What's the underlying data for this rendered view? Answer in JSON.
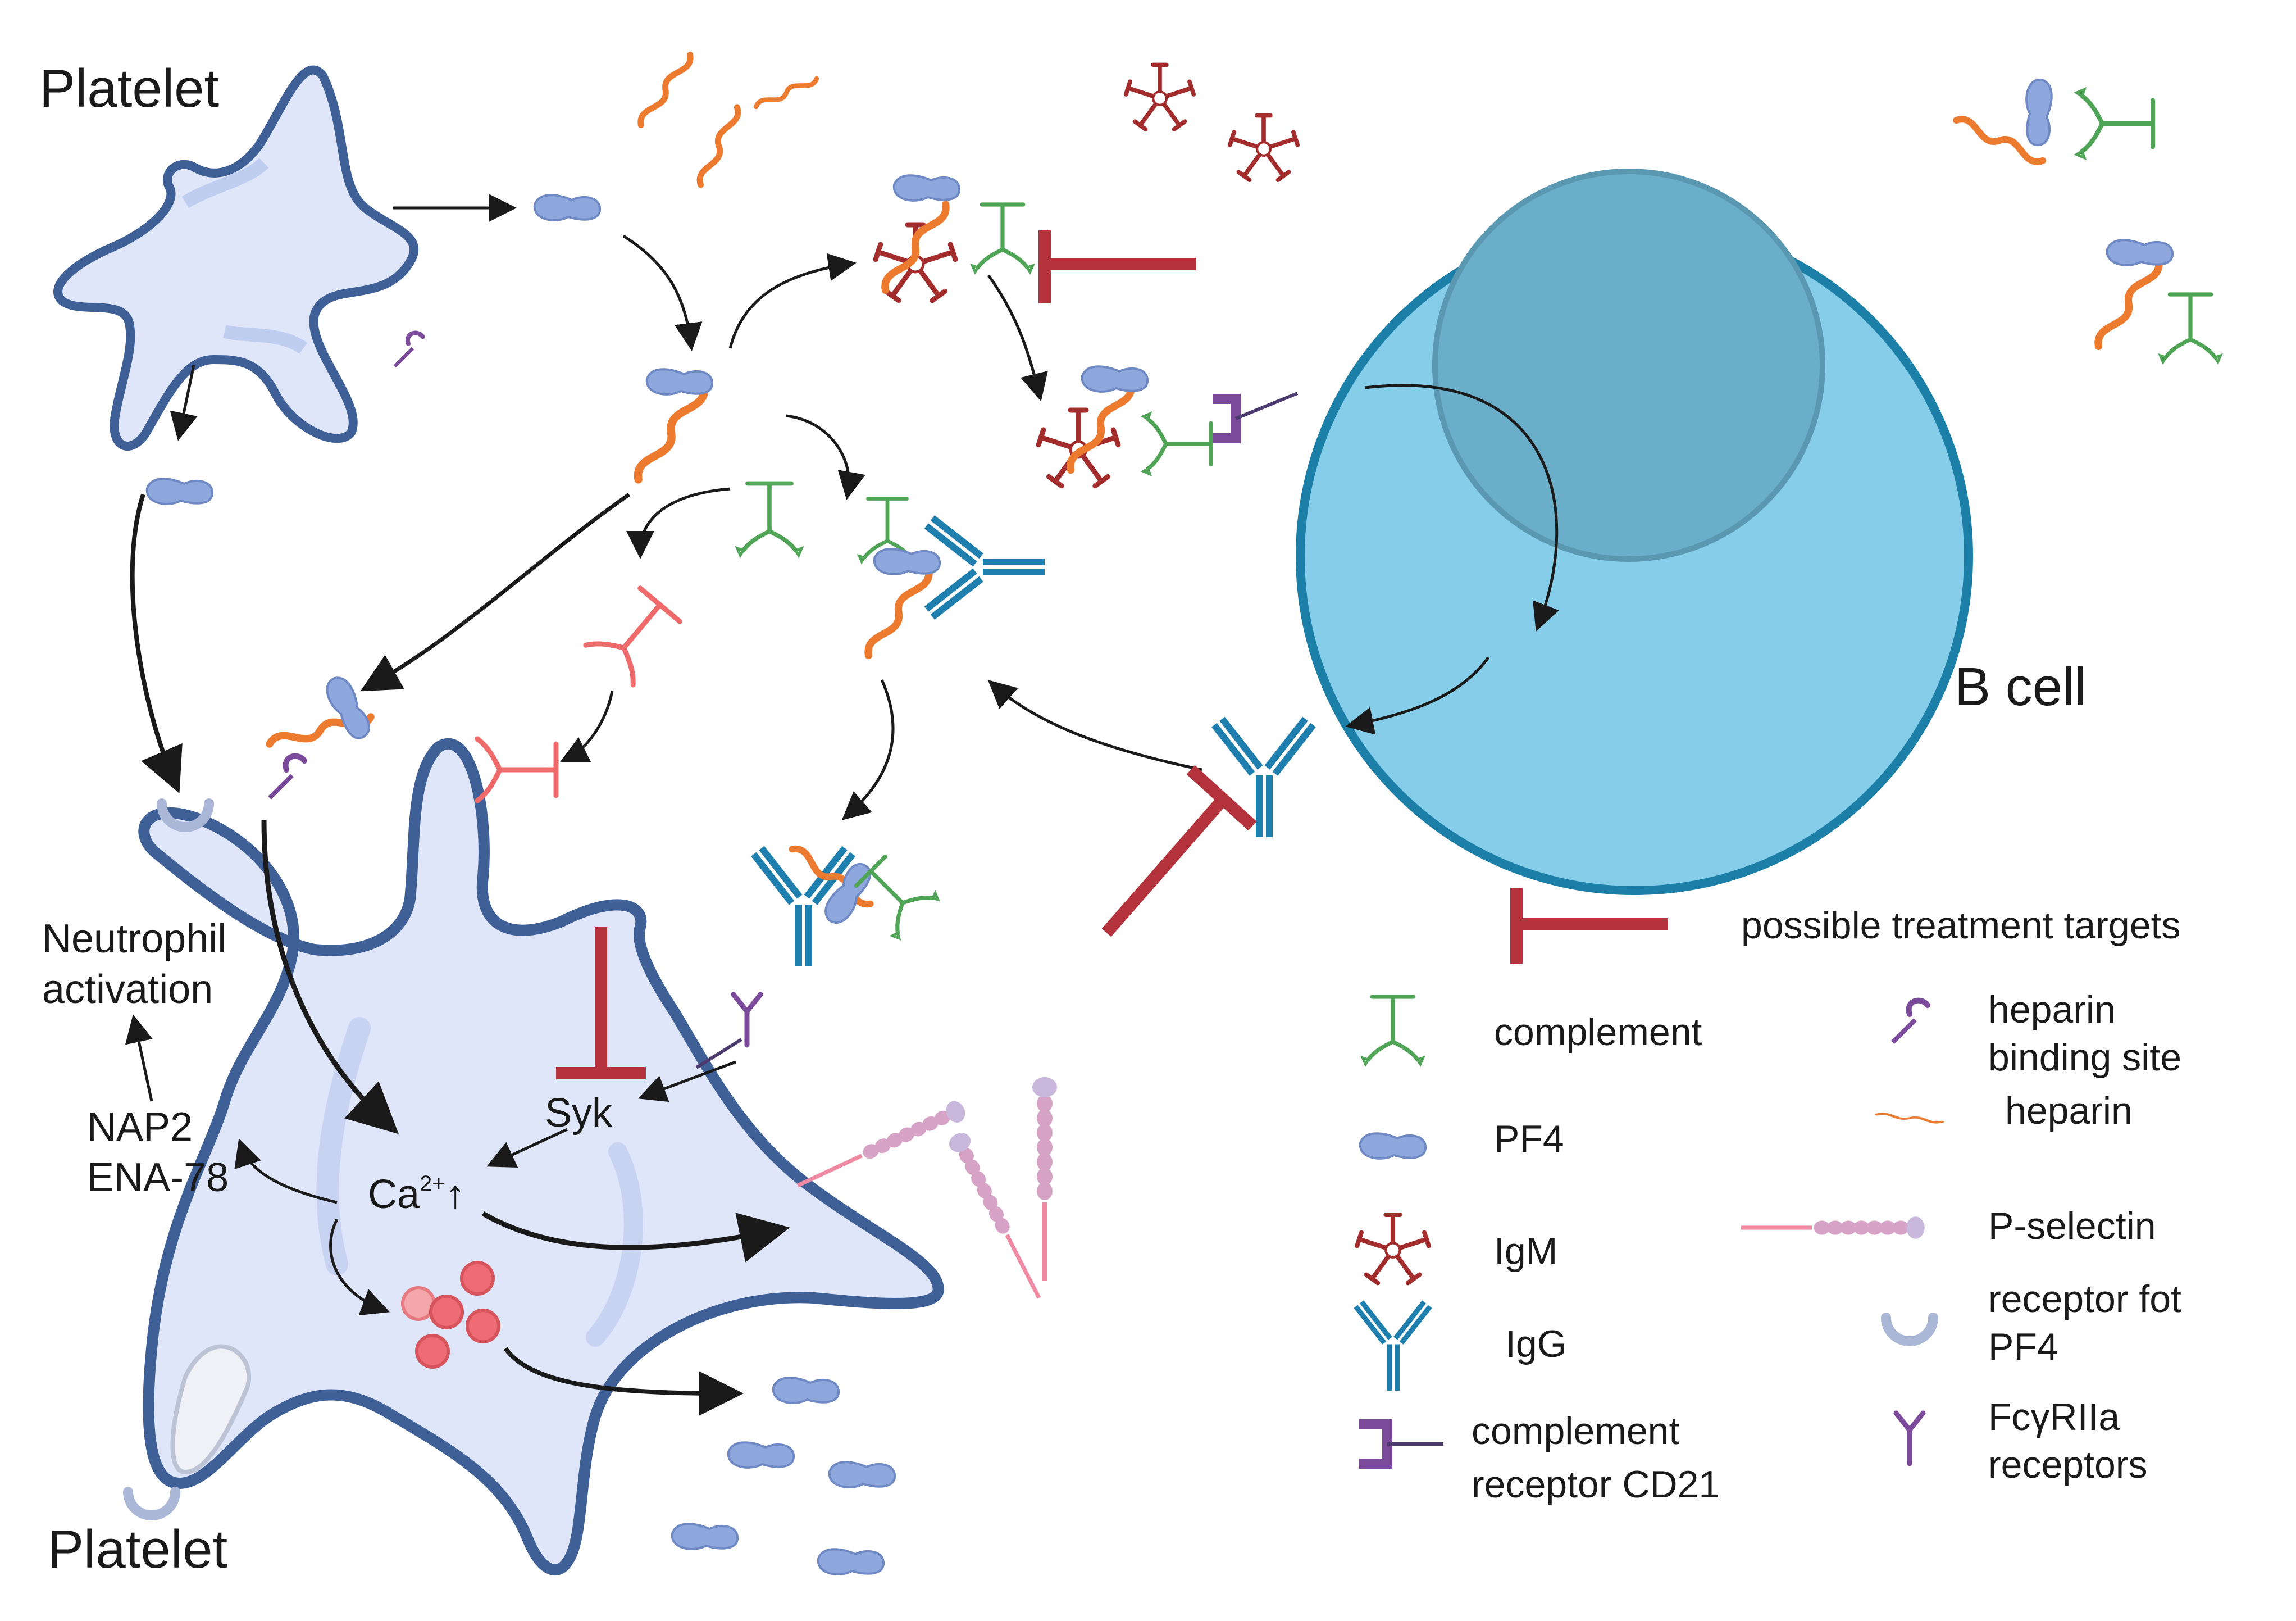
{
  "labels": {
    "platelet_top": "Platelet",
    "platelet_bottom": "Platelet",
    "b_cell": "B cell",
    "neutrophil_line1": "Neutrophil",
    "neutrophil_line2": "activation",
    "nap2": "NAP2",
    "ena78": "ENA-78",
    "syk": "Syk",
    "ca_base": "Ca",
    "ca_sup": "2+",
    "ca_arrow": "↑"
  },
  "legend": {
    "treatment": "possible treatment targets",
    "complement": "complement",
    "pf4": "PF4",
    "igm": "IgM",
    "igg": "IgG",
    "cr_line1": "complement",
    "cr_line2": "receptor CD21",
    "hbs_line1": "heparin",
    "hbs_line2": "binding site",
    "heparin": "heparin",
    "pselectin": "P-selectin",
    "pf4r_line1": "receptor fot",
    "pf4r_line2": "PF4",
    "fcg_line1": "FcγRIIa",
    "fcg_line2": "receptors"
  },
  "colors": {
    "platelet_fill": "#dfe6fa",
    "platelet_stroke": "#3f5f97",
    "bcell_outer": "#86cde9",
    "bcell_stroke": "#1b7fa7",
    "bcell_nucleus": "#6aaec9",
    "inhibitor": "#b3323b",
    "pf4": "#8ea7dd",
    "heparin": "#ec7a2f",
    "complement": "#4fa456",
    "igm": "#a32c2c",
    "igg": "#1e7fae",
    "receptor": "#7b4a9a",
    "pselectin": "#f08aa3",
    "granule": "#ee6d74"
  }
}
